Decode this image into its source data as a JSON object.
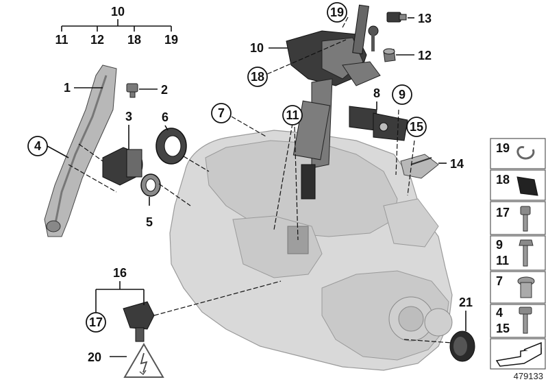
{
  "callouts": {
    "c1": "1",
    "c2": "2",
    "c3": "3",
    "c4": "4",
    "c5": "5",
    "c6": "6",
    "c7": "7",
    "c8": "8",
    "c9": "9",
    "c10": "10",
    "c11": "11",
    "c12": "12",
    "c13": "13",
    "c14": "14",
    "c15": "15",
    "c16": "16",
    "c17": "17",
    "c18": "18",
    "c19": "19",
    "c20": "20",
    "c21": "21"
  },
  "group_10": {
    "parent": "10",
    "children": [
      "11",
      "12",
      "18",
      "19"
    ]
  },
  "legend": [
    {
      "labels": [
        "19"
      ],
      "icon": "circlip-icon"
    },
    {
      "labels": [
        "18"
      ],
      "icon": "rubber-buffer-icon"
    },
    {
      "labels": [
        "17"
      ],
      "icon": "bolt-icon"
    },
    {
      "labels": [
        "9",
        "11"
      ],
      "icon": "bolt-icon"
    },
    {
      "labels": [
        "7"
      ],
      "icon": "screw-plug-icon"
    },
    {
      "labels": [
        "4",
        "15"
      ],
      "icon": "bolt-icon"
    },
    {
      "labels": [
        ""
      ],
      "icon": "arrow-icon"
    }
  ],
  "diagram_id": "479133",
  "colors": {
    "line": "#111111",
    "housing": "#d9d9d9",
    "part": "#3b3b3b"
  }
}
